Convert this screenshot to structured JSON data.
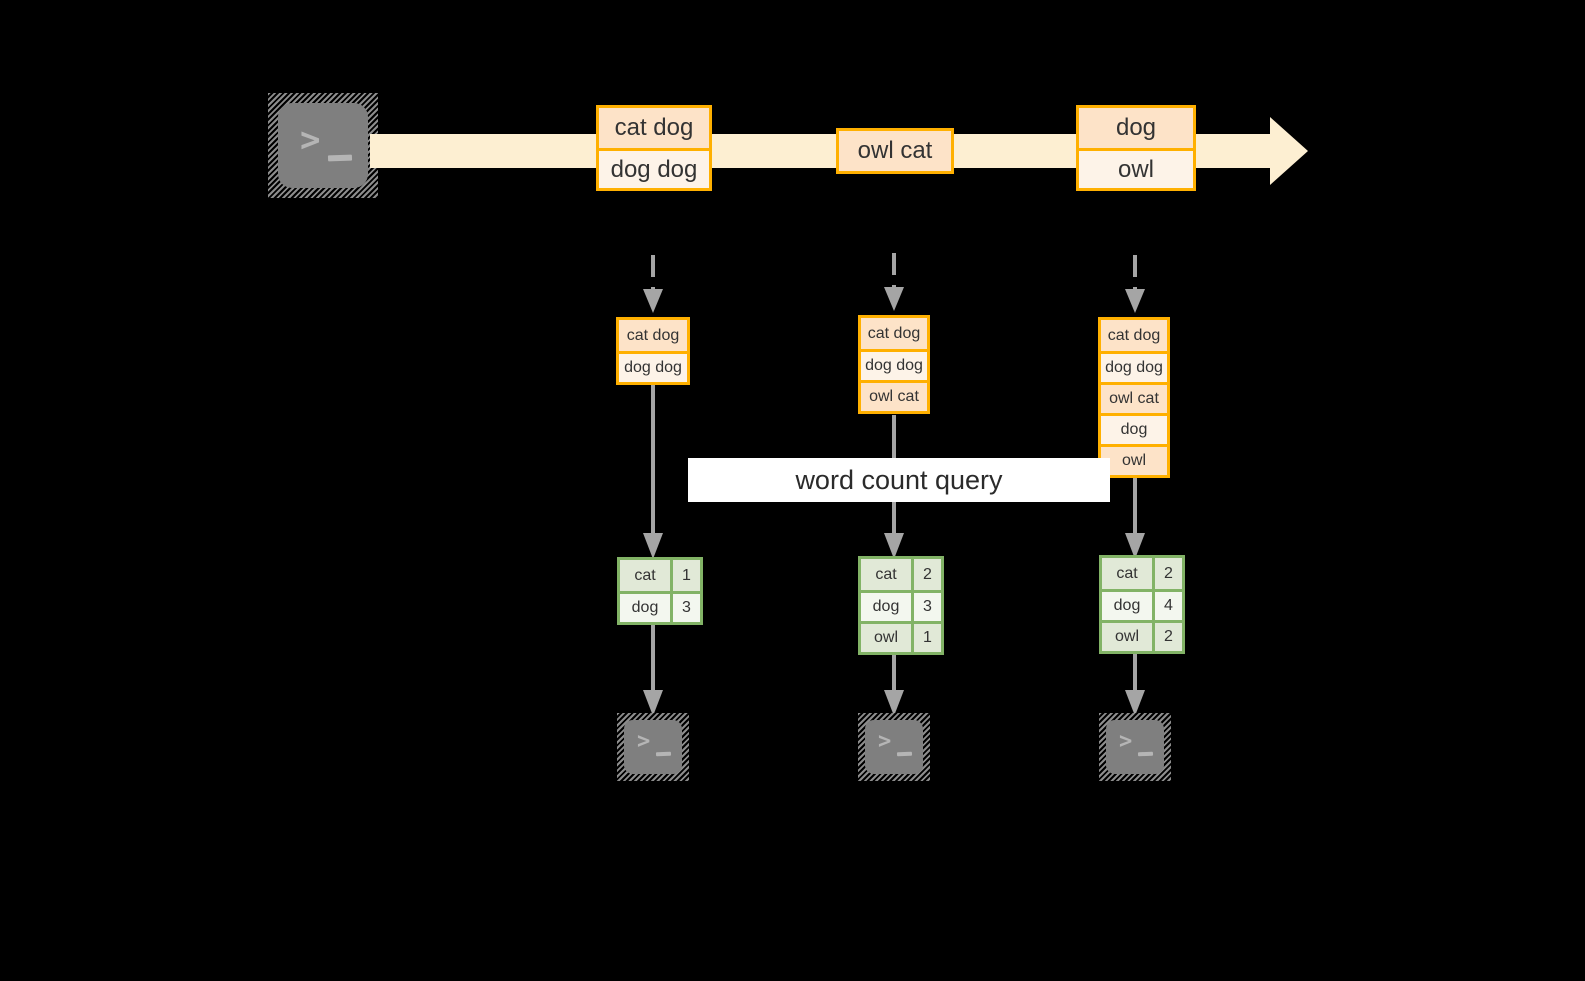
{
  "diagram": {
    "title": "word count query stream diagram",
    "colors": {
      "background": "#000000",
      "stream_fill": "#fdefd2",
      "orange_border": "#ffb000",
      "orange_cell_dark": "#fde3c8",
      "orange_cell_light": "#fdf3e8",
      "green_border": "#82b366",
      "green_cell_dark": "#e1e9d7",
      "green_cell_light": "#f3f7ef",
      "arrow_gray": "#a5a5a5",
      "terminal_gray": "#7f7f7f",
      "text": "#333333",
      "label_band": "#ffffff"
    },
    "stream": {
      "source_icon": "terminal-icon",
      "batches": [
        {
          "id": "batch-1",
          "rows": [
            "cat dog",
            "dog dog"
          ]
        },
        {
          "id": "batch-2",
          "rows": [
            "owl cat"
          ]
        },
        {
          "id": "batch-3",
          "rows": [
            "dog",
            "owl"
          ]
        }
      ]
    },
    "query_label": "word count query",
    "columns": [
      {
        "id": "column-1",
        "accumulated_rows": [
          "cat dog",
          "dog dog"
        ],
        "result_rows": [
          {
            "word": "cat",
            "count": "1"
          },
          {
            "word": "dog",
            "count": "3"
          }
        ],
        "sink_icon": "terminal-icon"
      },
      {
        "id": "column-2",
        "accumulated_rows": [
          "cat dog",
          "dog dog",
          "owl cat"
        ],
        "result_rows": [
          {
            "word": "cat",
            "count": "2"
          },
          {
            "word": "dog",
            "count": "3"
          },
          {
            "word": "owl",
            "count": "1"
          }
        ],
        "sink_icon": "terminal-icon"
      },
      {
        "id": "column-3",
        "accumulated_rows": [
          "cat dog",
          "dog dog",
          "owl cat",
          "dog",
          "owl"
        ],
        "result_rows": [
          {
            "word": "cat",
            "count": "2"
          },
          {
            "word": "dog",
            "count": "4"
          },
          {
            "word": "owl",
            "count": "2"
          }
        ],
        "sink_icon": "terminal-icon"
      }
    ]
  }
}
